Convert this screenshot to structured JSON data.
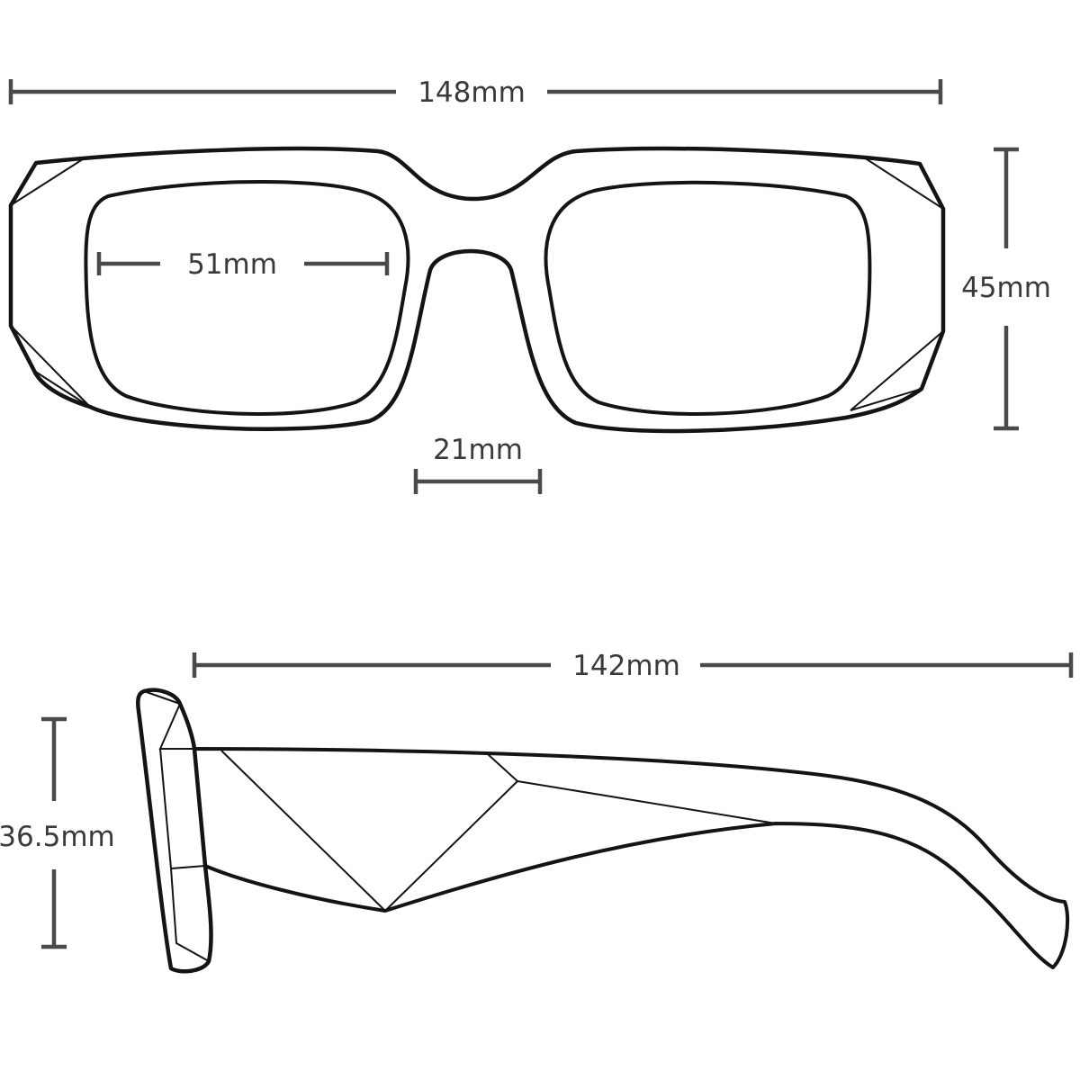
{
  "dimensions": {
    "frame_width": "148mm",
    "lens_width": "51mm",
    "bridge_width": "21mm",
    "lens_height": "45mm",
    "temple_length": "142mm",
    "side_height": "36.5mm"
  },
  "colors": {
    "outline": "#141414",
    "dimension": "#4a4a4a",
    "background": "#ffffff"
  }
}
